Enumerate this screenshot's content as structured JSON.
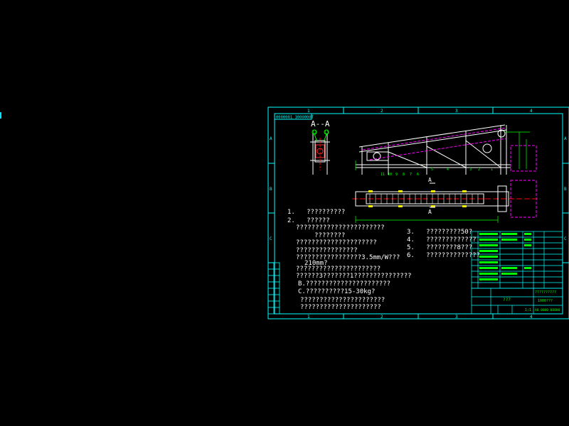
{
  "drawing": {
    "stamp_topleft": "0000001 1000000T",
    "section_label": "A--A",
    "section_marker": "A",
    "border_top_labels": [
      "1",
      "2",
      "3",
      "4"
    ],
    "border_bottom_labels": [
      "1",
      "2",
      "3",
      "4"
    ],
    "border_left_labels": [
      "A",
      "B",
      "C"
    ],
    "border_right_labels": [
      "A",
      "B",
      "C"
    ],
    "callouts": [
      "12",
      "13",
      "11",
      "10",
      "9",
      "8",
      "7",
      "6",
      "5",
      "4",
      "3",
      "2",
      "1"
    ]
  },
  "notes_left": [
    {
      "num": "1.",
      "text": "??????????"
    },
    {
      "num": "2.",
      "text": "??????"
    },
    {
      "num": "",
      "text": "???????????????????????"
    },
    {
      "num": "",
      "text": "????????"
    },
    {
      "num": "",
      "text": "?????????????????????"
    },
    {
      "num": "",
      "text": "????????????????"
    },
    {
      "num": "",
      "text": "?????????????????3.5mm/W???"
    },
    {
      "num": "",
      "text": "210mm?"
    },
    {
      "num": "",
      "text": "??????????????????????"
    },
    {
      "num": "",
      "text": "??????3???????1???????????????"
    },
    {
      "num": "",
      "text": "B.??????????????????????"
    },
    {
      "num": "",
      "text": "C.??????????15-30kg?"
    },
    {
      "num": "",
      "text": "??????????????????????"
    },
    {
      "num": "",
      "text": "?????????????????????"
    }
  ],
  "notes_right": [
    {
      "num": "3.",
      "text": "?????????50?"
    },
    {
      "num": "4.",
      "text": "?????????????"
    },
    {
      "num": "5.",
      "text": "????????8???"
    },
    {
      "num": "6.",
      "text": "??????????????"
    }
  ],
  "title_block": {
    "drawing_title": "???",
    "company": "??????????",
    "drawing_no": "1000???",
    "scale": "1:1",
    "sheet": "A0 0000 00000"
  },
  "colors": {
    "background": "#000000",
    "frame": "#00ffff",
    "model": "#ffffff",
    "hidden": "#ff00ff",
    "dimension": "#00ff00",
    "centerline": "#ff0000",
    "cursor": "#00e5ff"
  }
}
